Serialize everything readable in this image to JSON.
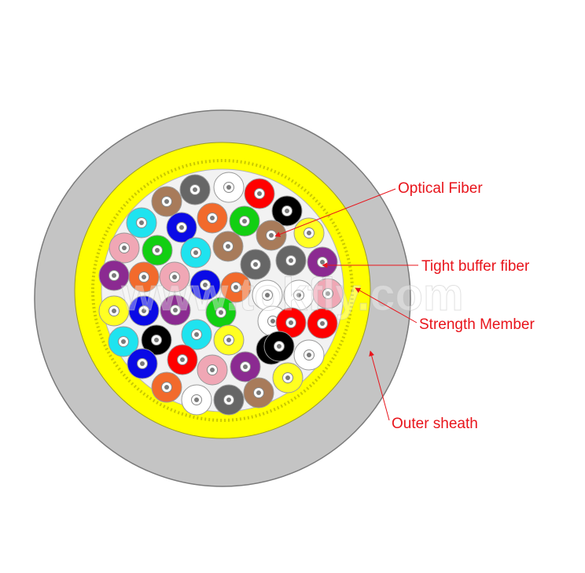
{
  "labels": {
    "optical_fiber": "Optical Fiber",
    "tight_buffer_fiber": "Tight buffer fiber",
    "strength_member": "Strength Member",
    "outer_sheath": "Outer sheath"
  },
  "watermark": "www.tokfly.com",
  "colors": {
    "outer_sheath": "#c4c4c4",
    "strength_member": "#ffff00",
    "core_fill": "#f2f2f2",
    "callout": "#e8141b",
    "fiber": {
      "brown": "#a87b5a",
      "gray": "#666666",
      "white": "#ffffff",
      "red": "#ff0000",
      "black": "#000000",
      "aqua": "#1fe3ef",
      "blue": "#0a0ae6",
      "orange": "#f26a2c",
      "green": "#12cf12",
      "yellow": "#ffff22",
      "rose": "#f0a7b5",
      "violet": "#8b2a91"
    }
  },
  "fibers": [
    "gray",
    "white",
    "red",
    "brown",
    "aqua",
    "blue",
    "orange",
    "green",
    "black",
    "brown",
    "yellow",
    "rose",
    "green",
    "aqua",
    "brown",
    "gray",
    "gray",
    "violet",
    "violet",
    "orange",
    "rose",
    "blue",
    "orange",
    "white",
    "white",
    "rose",
    "yellow",
    "blue",
    "violet",
    "green",
    "white",
    "red",
    "red",
    "aqua",
    "black",
    "aqua",
    "yellow",
    "black",
    "black",
    "white",
    "blue",
    "red",
    "rose",
    "violet",
    "yellow",
    "orange",
    "white",
    "gray",
    "brown",
    "green"
  ]
}
